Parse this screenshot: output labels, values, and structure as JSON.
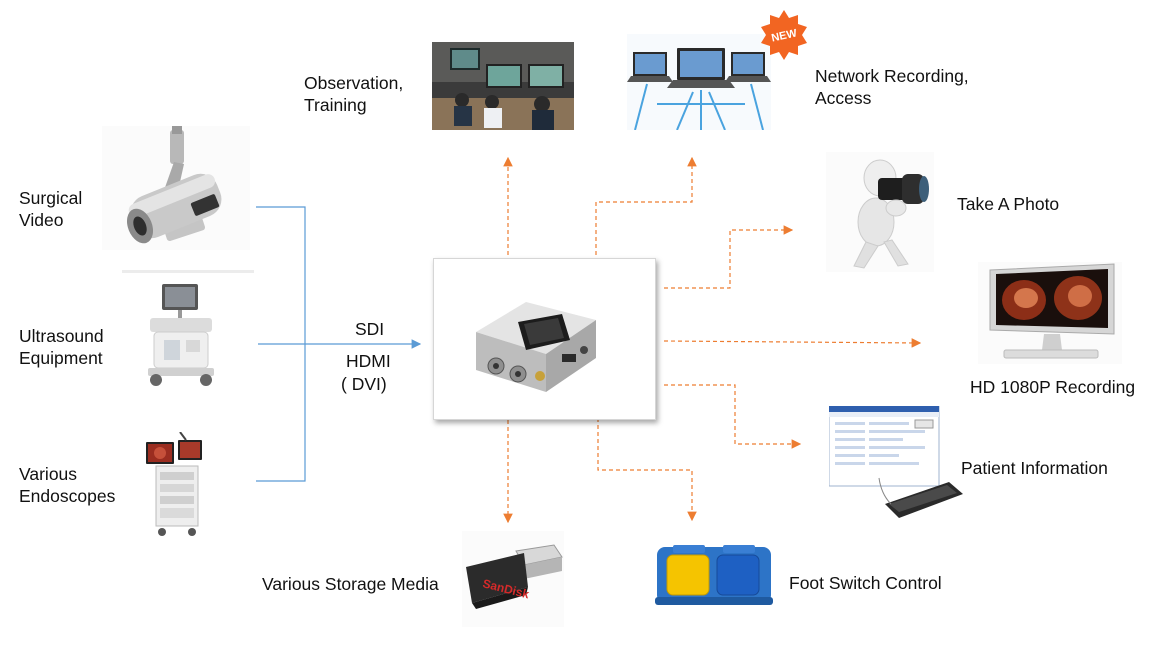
{
  "inputs": {
    "surgical": [
      "Surgical",
      "Video"
    ],
    "ultrasound": [
      "Ultrasound",
      "Equipment"
    ],
    "endoscopes": [
      "Various",
      "Endoscopes"
    ]
  },
  "connection": {
    "sdi": "SDI",
    "hdmi": "HDMI",
    "dvi": "( DVI)"
  },
  "outputs": {
    "observation": [
      "Observation,",
      "Training"
    ],
    "network": [
      "Network Recording,",
      "Access"
    ],
    "new_badge": "NEW",
    "photo": "Take A Photo",
    "recording": "HD 1080P Recording",
    "patient": "Patient Information",
    "storage": "Various Storage Media",
    "foot_switch": "Foot Switch Control",
    "storage_brand": "SanDisk"
  },
  "colors": {
    "input_line": "#5b9bd5",
    "output_line": "#ed7d31"
  }
}
